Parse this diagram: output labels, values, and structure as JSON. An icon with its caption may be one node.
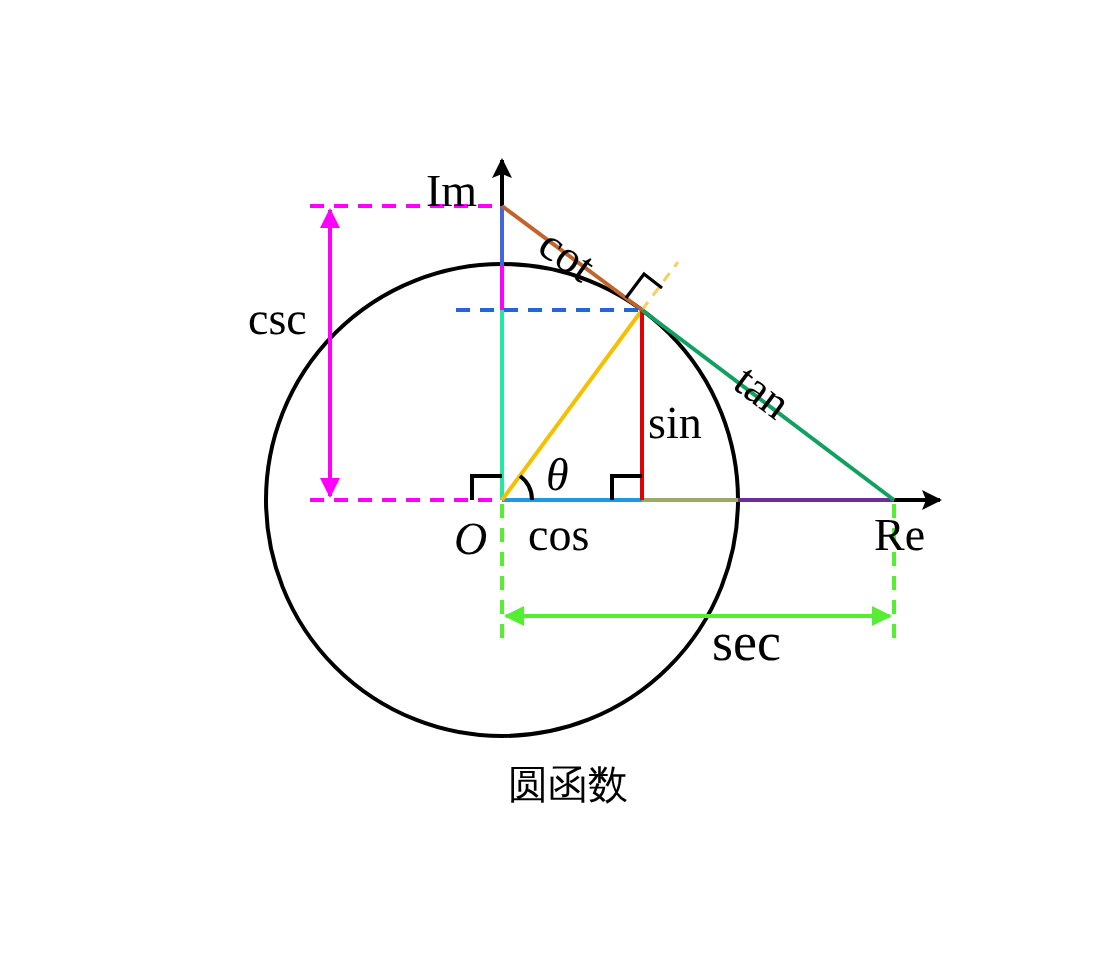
{
  "diagram": {
    "caption": "圆函数",
    "labels": [
      "Im",
      "cot",
      "csc",
      "tan",
      "sin",
      "θ",
      "O",
      "cos",
      "Re",
      "sec"
    ]
  }
}
